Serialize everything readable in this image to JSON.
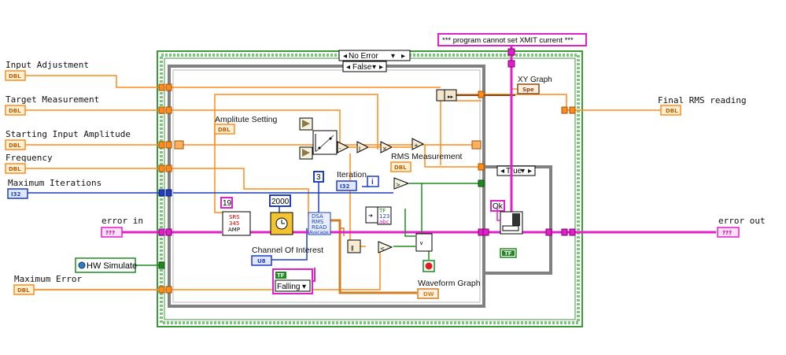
{
  "controls": {
    "input_adjustment": {
      "label": "Input Adjustment",
      "type": "DBL"
    },
    "target_measurement": {
      "label": "Target Measurement",
      "type": "DBL"
    },
    "starting_input_amplitude": {
      "label": "Starting Input Amplitude",
      "type": "DBL"
    },
    "frequency": {
      "label": "Frequency",
      "type": "DBL"
    },
    "maximum_iterations": {
      "label": "Maximum Iterations",
      "type": "I32"
    },
    "error_in": {
      "label": "error in",
      "type": "???"
    },
    "hw_simulate": {
      "label": "HW Simulate"
    },
    "maximum_error": {
      "label": "Maximum Error",
      "type": "DBL"
    }
  },
  "indicators": {
    "final_rms": {
      "label": "Final RMS reading",
      "type": "DBL"
    },
    "error_out": {
      "label": "error out",
      "type": "???"
    }
  },
  "structures": {
    "outer_case": "No Error",
    "inner_case": "False",
    "right_case": "True"
  },
  "inner": {
    "xy_graph": {
      "label": "XY Graph",
      "type": "Spe"
    },
    "amplitude_setting": {
      "label": "Amplitute Setting",
      "type": "DBL"
    },
    "rms_measurement": {
      "label": "RMS Measurement",
      "type": "DBL"
    },
    "iteration": {
      "label": "Iteration",
      "type": "I32",
      "glyph": "i"
    },
    "channel_of_interest": {
      "label": "Channel Of Interest",
      "type": "U8"
    },
    "falling": {
      "value": "Falling",
      "type": "TF"
    },
    "waveform_graph": {
      "label": "Waveform Graph",
      "type": "DW"
    },
    "const_19": "19",
    "const_2000": "2000",
    "const_3": "3",
    "srs_vi": [
      "SRS",
      "345",
      "AMP"
    ],
    "dsa_vi": [
      "DSA",
      "RMS",
      "READ",
      "Average"
    ],
    "true_const": "TF",
    "true_const2": "TF",
    "select_tf": [
      "TF",
      "123",
      "abc"
    ]
  },
  "message": {
    "text": "*** program cannot set XMIT current ***",
    "ok": "Ok"
  }
}
